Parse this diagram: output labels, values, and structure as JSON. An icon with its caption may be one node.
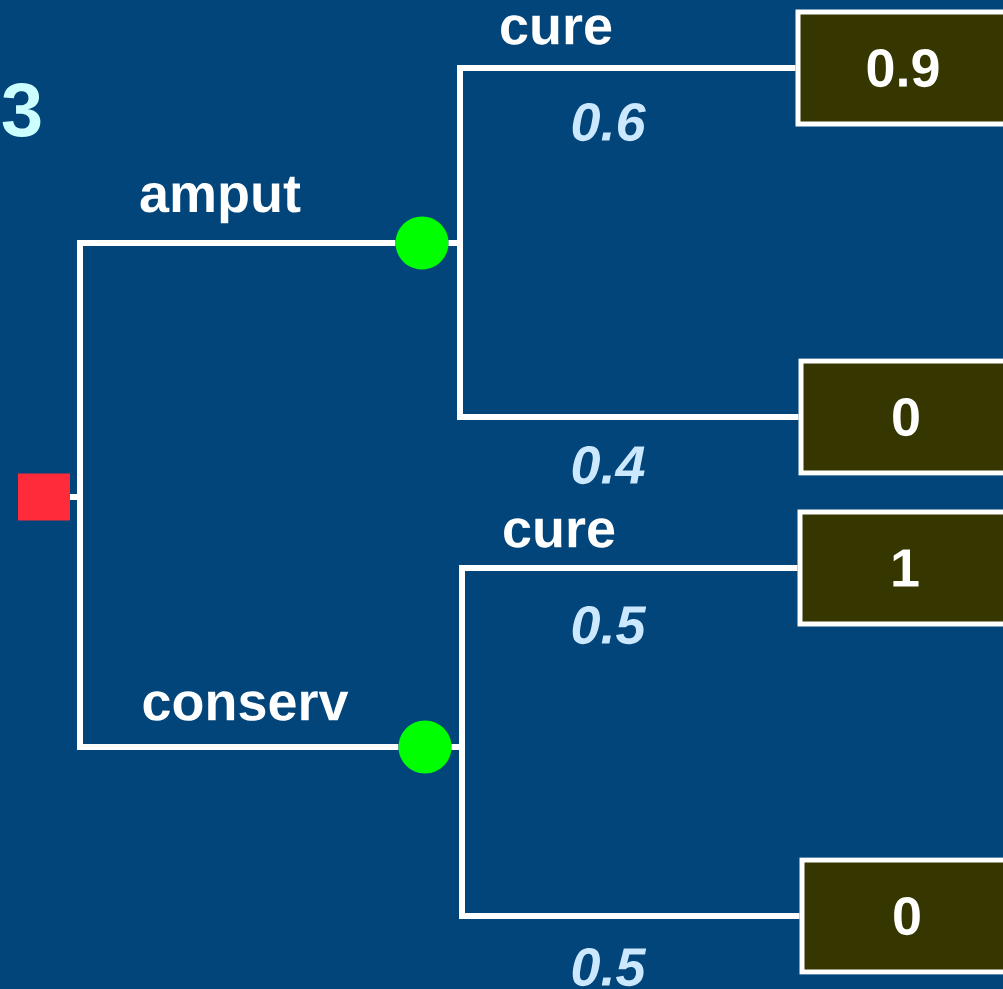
{
  "diagram": {
    "nodes": [
      {
        "text": [],
        "shape": "box"
      },
      {
        "text": [],
        "shape": "circle"
      },
      {
        "text": [],
        "shape": "circle"
      },
      {
        "text": [
          "0.9"
        ]
      },
      {
        "text": [
          "0"
        ]
      },
      {
        "text": [
          "1"
        ]
      },
      {
        "text": [
          "0"
        ]
      }
    ],
    "edges": [
      {
        "from": 0,
        "to": 1,
        "arrow": "none",
        "label": "amput"
      },
      {
        "from": 0,
        "to": 2,
        "arrow": "none",
        "label": "conserv"
      },
      {
        "from": 1,
        "to": 3,
        "arrow": "none",
        "label": "cure"
      },
      {
        "from": 1,
        "to": 4,
        "arrow": "none",
        "label": "0.4"
      },
      {
        "from": 2,
        "to": 5,
        "arrow": "none",
        "label": "cure"
      },
      {
        "from": 2,
        "to": 6,
        "arrow": "none",
        "label": "0.5"
      }
    ],
    "labels": [
      "3",
      "0.6",
      "0.5"
    ]
  }
}
